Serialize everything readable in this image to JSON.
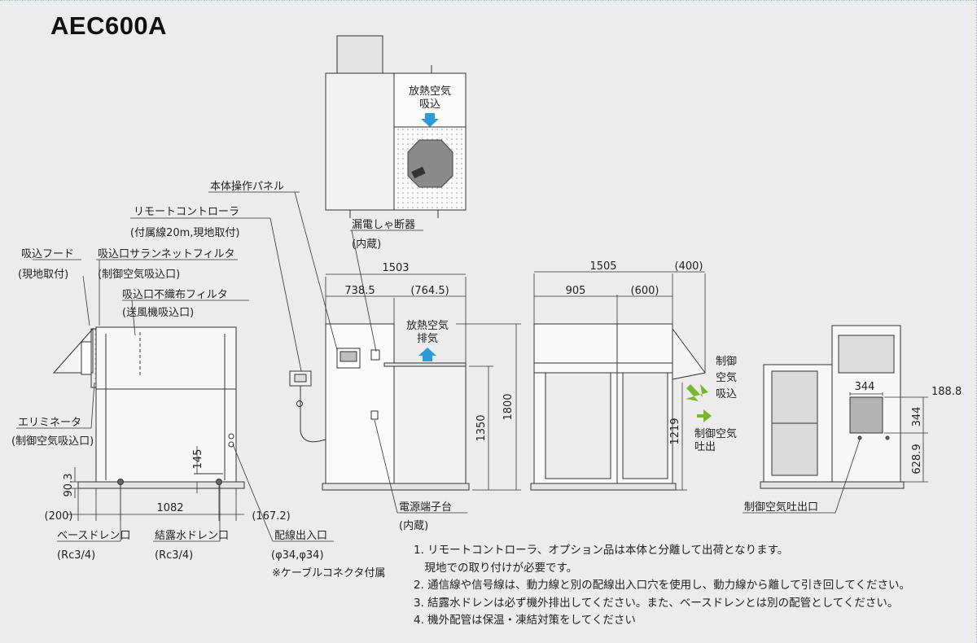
{
  "title": "AEC600A",
  "labels": {
    "hood": "吸込フード",
    "hood_sub": "(現地取付)",
    "saran_filter": "吸込口サランネットフィルタ",
    "saran_filter_sub": "(制御空気吸込口)",
    "nonwoven_filter": "吸込口不織布フィルタ",
    "nonwoven_filter_sub": "(送風機吸込口)",
    "remote": "リモートコントローラ",
    "remote_sub": "(付属線20m,現地取付)",
    "panel": "本体操作パネル",
    "breaker": "漏電しゃ断器",
    "breaker_sub": "(内蔵)",
    "heat_air_in_1": "放熱空気",
    "heat_air_in_2": "吸込",
    "heat_air_out_1": "放熱空気",
    "heat_air_out_2": "排気",
    "eliminator": "エリミネータ",
    "eliminator_sub": "(制御空気吸込口)",
    "base_drain": "ベースドレン口",
    "base_drain_sub": "(Rc3/4)",
    "cond_drain": "結露水ドレン口",
    "cond_drain_sub": "(Rc3/4)",
    "wiring_port": "配線出入口",
    "wiring_port_sub": "(φ34,φ34)",
    "cable_note": "※ケーブルコネクタ付属",
    "terminal": "電源端子台",
    "terminal_sub": "(内蔵)",
    "ctrl_in_1": "制御",
    "ctrl_in_2": "空気",
    "ctrl_in_3": "吸込",
    "ctrl_out_1": "制御空気",
    "ctrl_out_2": "吐出",
    "ctrl_outlet": "制御空気吐出口"
  },
  "dimensions": {
    "d_1503": "1503",
    "d_738_5": "738.5",
    "d_764_5": "(764.5)",
    "d_1350": "1350",
    "d_1800": "1800",
    "d_1505": "1505",
    "d_400": "(400)",
    "d_905": "905",
    "d_600": "(600)",
    "d_1219": "1219",
    "d_344_w": "344",
    "d_188_8": "188.8",
    "d_344_h": "344",
    "d_628_9": "628.9",
    "d_90_3": "90.3",
    "d_145": "145",
    "d_200": "(200)",
    "d_1082": "1082",
    "d_167_2": "(167.2)"
  },
  "notes": [
    "1. リモートコントローラ、オプション品は本体と分離して出荷となります。",
    "　現地での取り付けが必要です。",
    "2. 通信線や信号線は、動力線と別の配線出入口穴を使用し、動力線から離して引き回してください。",
    "3. 結露水ドレンは必ず機外排出してください。また、ベースドレンとは別の配管としてください。",
    "4. 機外配管は保温・凍結対策をしてください"
  ],
  "colors": {
    "background": "#ececec",
    "unit_face": "#f9f9f9",
    "unit_shadow": "#d4d4d4",
    "dark_gray": "#7a7a7a",
    "blue_arrow": "#2a9ad9",
    "green_arrow": "#79b531"
  }
}
